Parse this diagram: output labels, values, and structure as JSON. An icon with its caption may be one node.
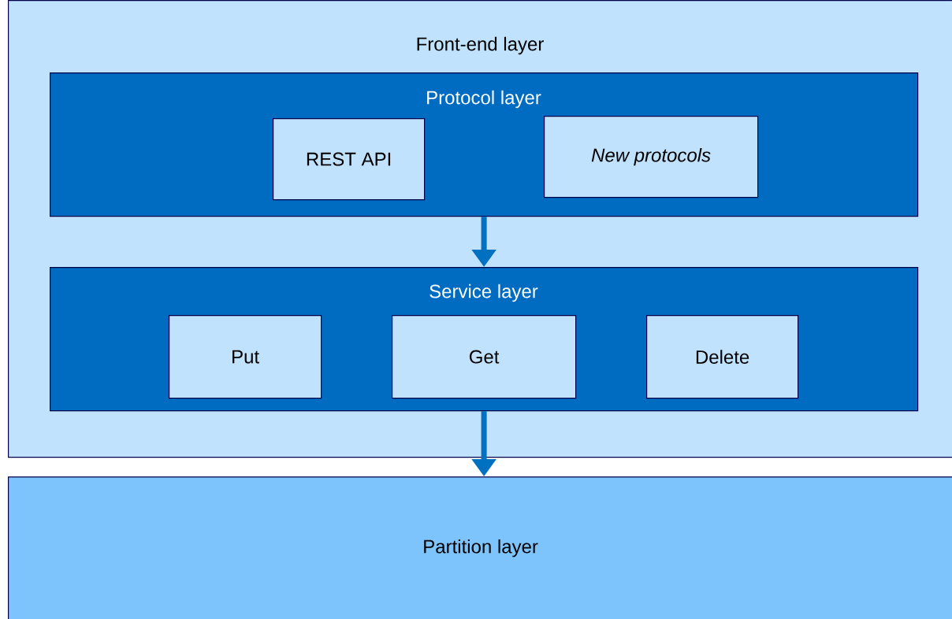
{
  "diagram": {
    "nodes": [
      {
        "text": [
          "Front-end layer"
        ]
      },
      {
        "text": [
          "Protocol layer"
        ],
        "in": 0
      },
      {
        "text": [
          "REST API"
        ],
        "in": 1
      },
      {
        "text": [
          "New protocols"
        ],
        "in": 1
      },
      {
        "text": [
          "Service layer"
        ],
        "in": 0
      },
      {
        "text": [
          "Put"
        ],
        "in": 4
      },
      {
        "text": [
          "Get"
        ],
        "in": 4
      },
      {
        "text": [
          "Delete"
        ],
        "in": 4
      },
      {
        "text": [
          "Partition layer"
        ]
      }
    ],
    "edges": [
      {
        "from": 1,
        "to": 4,
        "arrow": "to"
      },
      {
        "from": 4,
        "to": 8,
        "arrow": "to"
      }
    ]
  }
}
